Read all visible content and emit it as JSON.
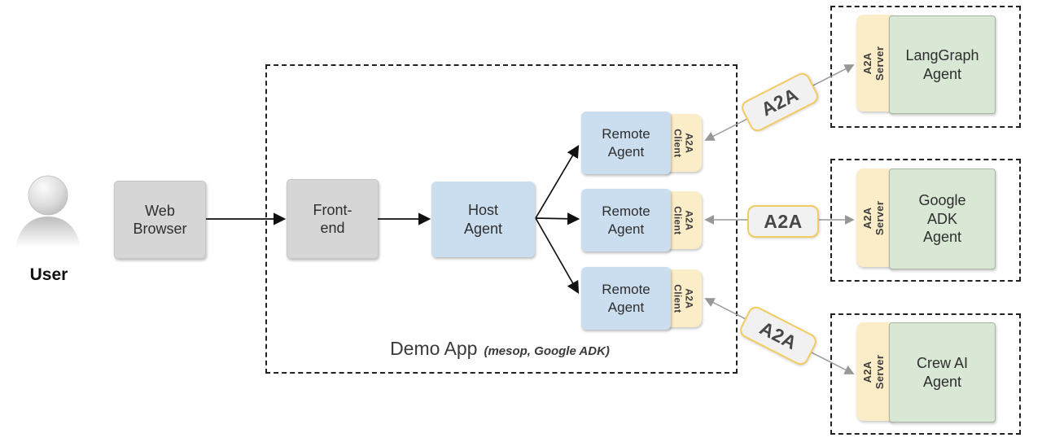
{
  "user": {
    "label": "User"
  },
  "pipeline": {
    "web_browser": {
      "label": "Web\nBrowser"
    },
    "front_end": {
      "label": "Front-\nend"
    },
    "host_agent": {
      "label": "Host\nAgent"
    }
  },
  "demo_app": {
    "title": "Demo App",
    "subtitle": "(mesop, Google ADK)",
    "remote_agents": [
      {
        "label": "Remote\nAgent",
        "tab": "A2A\nClient"
      },
      {
        "label": "Remote\nAgent",
        "tab": "A2A\nClient"
      },
      {
        "label": "Remote\nAgent",
        "tab": "A2A\nClient"
      }
    ]
  },
  "a2a_links": [
    {
      "label": "A2A"
    },
    {
      "label": "A2A"
    },
    {
      "label": "A2A"
    }
  ],
  "external_agents": [
    {
      "tab": "A2A\nServer",
      "label": "LangGraph\nAgent"
    },
    {
      "tab": "A2A\nServer",
      "label": "Google\nADK\nAgent"
    },
    {
      "tab": "A2A\nServer",
      "label": "Crew AI\nAgent"
    }
  ],
  "colors": {
    "gray_node": "#d6d6d6",
    "blue_node": "#cbdef0",
    "green_node": "#d9e8d4",
    "yellow_tab": "#fcedc9",
    "pill_fill": "#f1f1f1",
    "pill_border": "#f2cc60",
    "black_arrow": "#111111",
    "gray_arrow": "#999999"
  }
}
